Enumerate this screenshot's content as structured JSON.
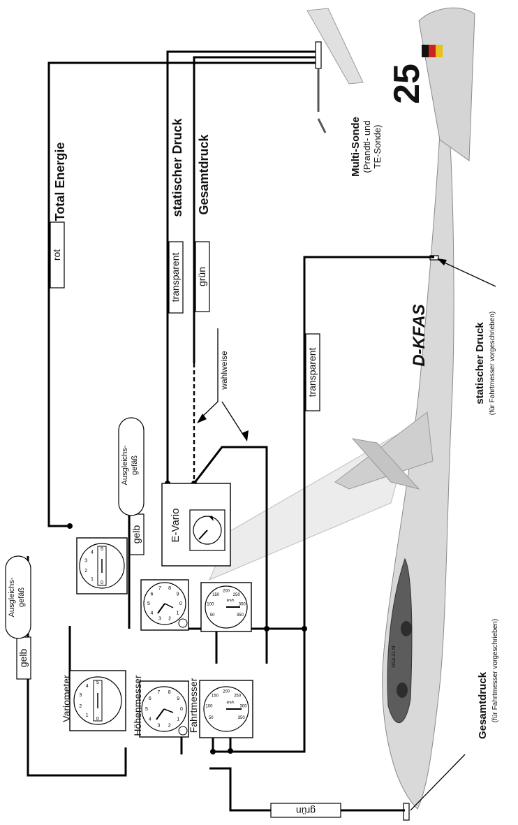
{
  "labels": {
    "total_energie": "Total Energie",
    "statischer_druck_top": "statischer Druck",
    "gesamtdruck_top": "Gesamtdruck",
    "multi_sonde": "Multi-Sonde",
    "multi_sonde_sub1": "(Prandtl- und",
    "multi_sonde_sub2": "TE-Sonde)",
    "statischer_druck_right": "statischer Druck",
    "fahrtmesser_note": "(für Fahrtmesser vorgeschrieben)",
    "gesamtdruck_bottom": "Gesamtdruck",
    "fahrtmesser_note2": "(für Fahrtmesser vorgeschrieben)",
    "wahlweise": "wahlweise",
    "e_vario": "E-Vario",
    "variometer": "Variometer",
    "hoehenmesser": "Höhenmesser",
    "fahrtmesser": "Fahrtmesser",
    "ausgleichs1": "Ausgleichs-",
    "gefaess1": "gefäß",
    "ausgleichs2": "Ausgleichs-",
    "gefaess2": "gefäß"
  },
  "tube_labels": {
    "rot": "rot",
    "transparent_top": "transparent",
    "gruen_top": "grün",
    "transparent_mid": "transparent",
    "gelb_upper": "gelb",
    "gelb_lower": "gelb",
    "gruen_bottom": "grün"
  },
  "glider": {
    "registration": "D-KFAS",
    "competition_number": "25",
    "panel_text": "NSA 31 M"
  },
  "gauges": {
    "vario_scale": [
      "0",
      "1",
      "2",
      "3",
      "4",
      "5"
    ],
    "altimeter_scale": [
      "0",
      "1",
      "2",
      "3",
      "4",
      "5",
      "6",
      "7",
      "8",
      "9"
    ],
    "asi_scale": [
      "50",
      "100",
      "150",
      "200",
      "250",
      "300",
      "350"
    ],
    "asi_unit": "km/h"
  }
}
